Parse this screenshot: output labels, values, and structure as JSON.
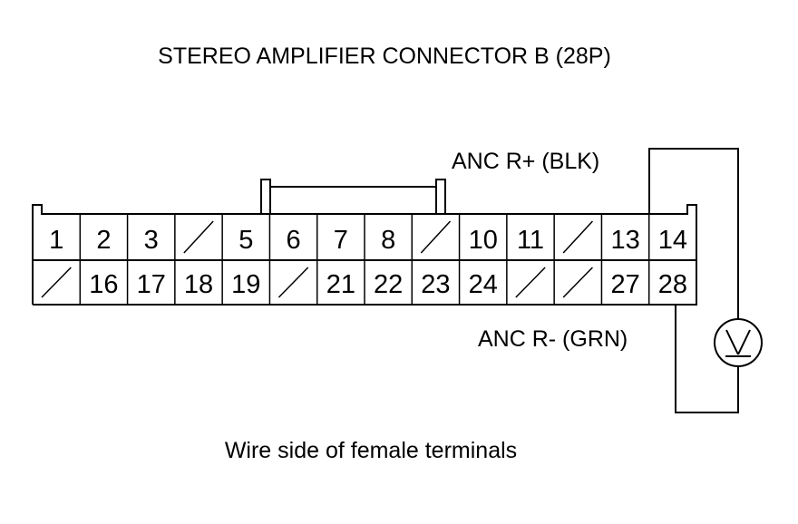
{
  "title": "STEREO AMPLIFIER CONNECTOR B (28P)",
  "caption": "Wire side of female terminals",
  "wire_labels": {
    "positive": "ANC R+ (BLK)",
    "negative": "ANC R- (GRN)"
  },
  "meter": {
    "symbol": "V",
    "icon": "voltmeter-icon"
  },
  "connector": {
    "top_row": [
      "1",
      "2",
      "3",
      "",
      "5",
      "6",
      "7",
      "8",
      "",
      "10",
      "11",
      "",
      "13",
      "14"
    ],
    "bottom_row": [
      "",
      "16",
      "17",
      "18",
      "19",
      "",
      "21",
      "22",
      "23",
      "24",
      "",
      "",
      "27",
      "28"
    ],
    "probe_positive_pin": "14",
    "probe_negative_pin": "28"
  }
}
